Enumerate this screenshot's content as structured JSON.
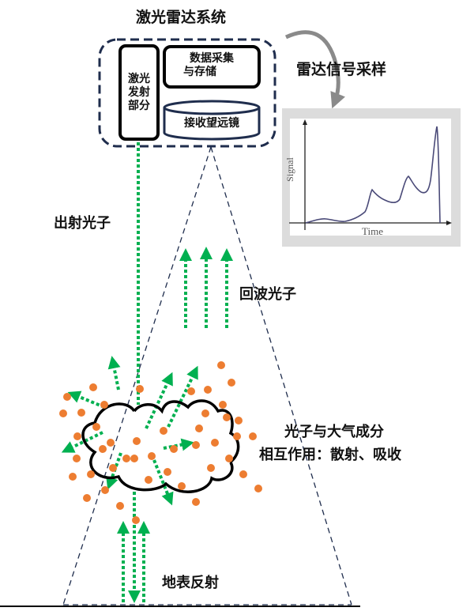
{
  "title": "激光雷达系统",
  "system": {
    "emitter": "激光发射部分",
    "emitter_lines": [
      "激光",
      "发射",
      "部分"
    ],
    "storage_lines": [
      "数据采集",
      "与存储"
    ],
    "telescope": "接收望远镜"
  },
  "sampling_label": "雷达信号采样",
  "outgoing_label": "出射光子",
  "echo_label": "回波光子",
  "interaction_lines": [
    "光子与大气成分",
    "相互作用：散射、吸收"
  ],
  "ground_label": "地表反射",
  "signal_plot": {
    "xlabel": "Time",
    "ylabel": "Signal"
  },
  "colors": {
    "photon": "#00b050",
    "particle": "#ed7d31",
    "frame": "#1f2d4d"
  }
}
